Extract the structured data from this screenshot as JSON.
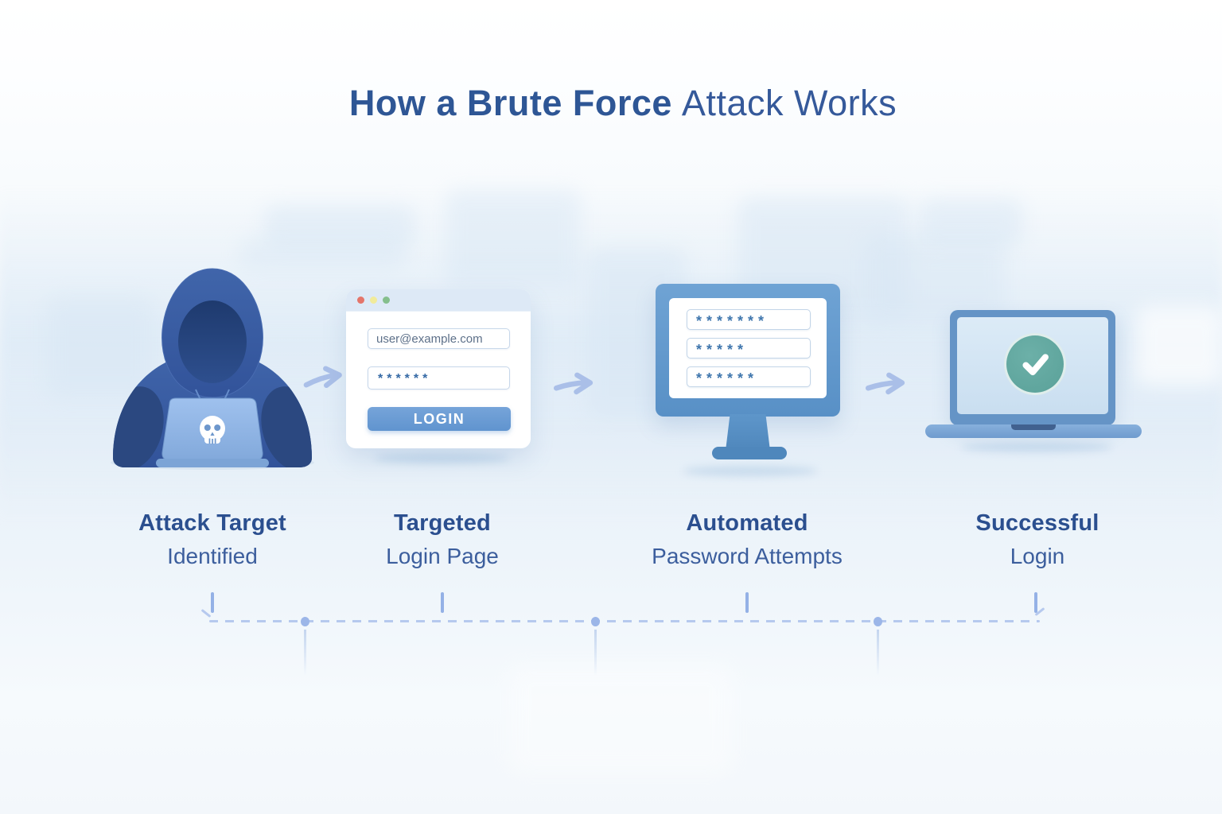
{
  "title": {
    "emphasis": "How a Brute Force",
    "rest": "Attack Works"
  },
  "steps": [
    {
      "label_bold": "Attack Target",
      "label_sub": "Identified"
    },
    {
      "label_bold": "Targeted",
      "label_sub": "Login Page",
      "login_form": {
        "email": "user@example.com",
        "password_mask": "******",
        "button_label": "LOGIN"
      }
    },
    {
      "label_bold": "Automated",
      "label_sub": "Password Attempts",
      "password_attempts": [
        "*******",
        "*****",
        "******"
      ]
    },
    {
      "label_bold": "Successful",
      "label_sub": "Login"
    }
  ],
  "colors": {
    "title_blue": "#2e5695",
    "label_blue": "#2b4f8f",
    "accent_button_blue": "#6094cf",
    "monitor_blue": "#5890c6",
    "hoodie_blue": "#33549a",
    "success_teal": "#5aa199",
    "arrow_blue": "#aabfe8",
    "traffic_red": "#e4756a",
    "traffic_yellow": "#f1eb9a",
    "traffic_green": "#85bf8d"
  },
  "icons": {
    "skull": "skull-icon",
    "checkmark": "checkmark-icon",
    "flow_arrow": "flow-arrow-icon",
    "traffic_lights": [
      "red-dot-icon",
      "yellow-dot-icon",
      "green-dot-icon"
    ]
  }
}
